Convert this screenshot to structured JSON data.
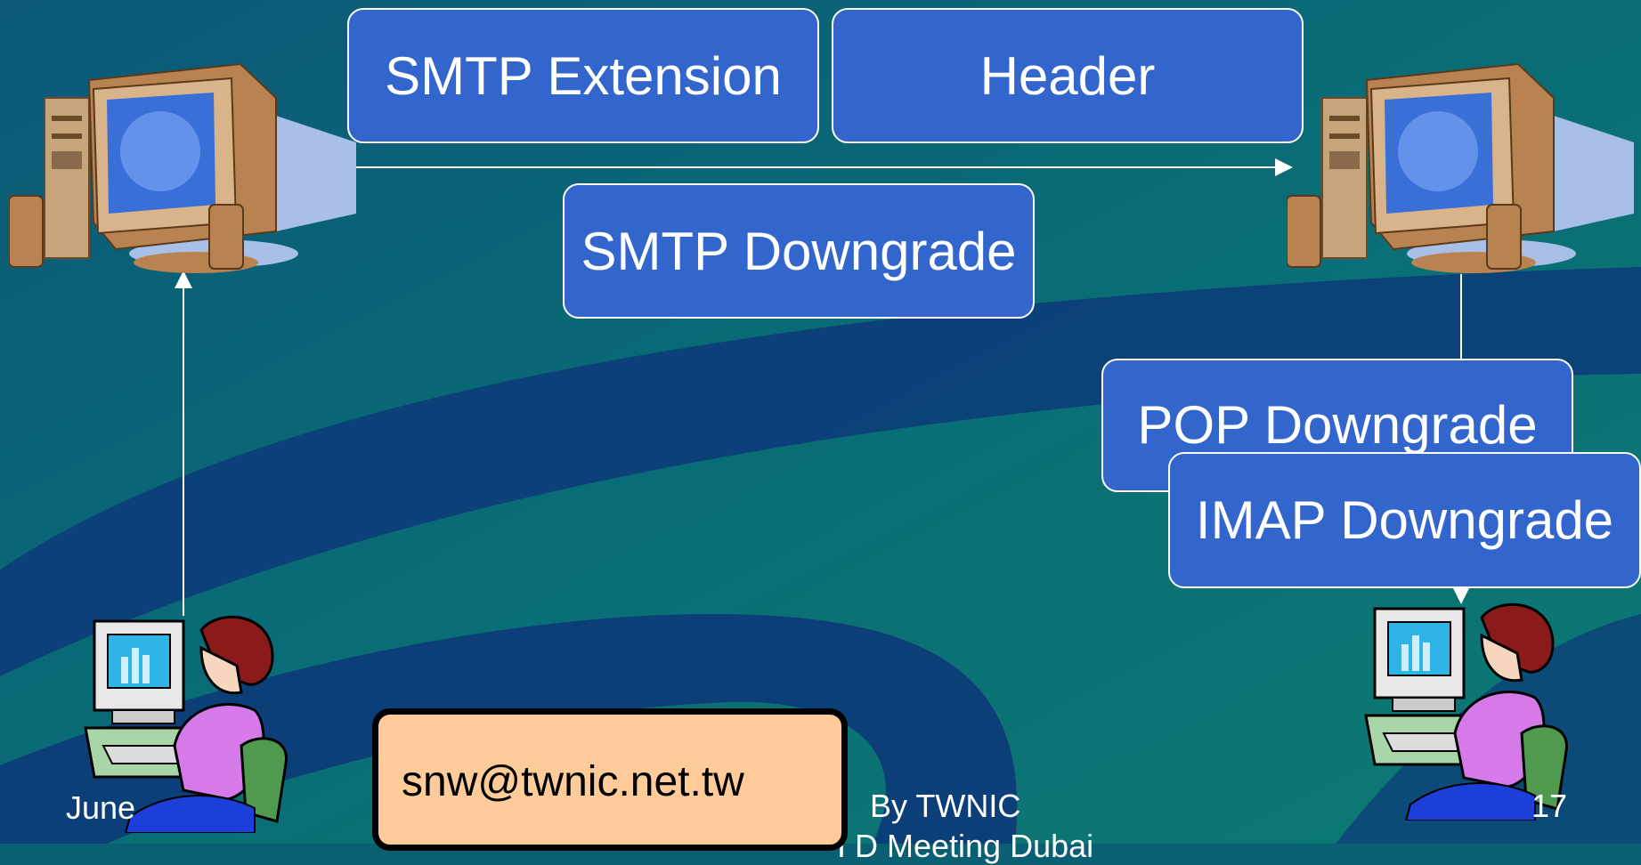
{
  "boxes": {
    "smtp_extension": "SMTP Extension",
    "header": "Header",
    "smtp_downgrade": "SMTP Downgrade",
    "pop_downgrade": "POP Downgrade",
    "imap_downgrade": "IMAP Downgrade"
  },
  "email": "snw@twnic.net.tw",
  "footer": {
    "left": "June",
    "center_line1": "By  TWNIC",
    "center_line2": "I D Meeting   Dubai",
    "page_number": "17"
  },
  "colors": {
    "background": "#0a5f72",
    "swoosh_dark": "#0c3f78",
    "box_fill": "#3366cc",
    "email_fill": "#ffcc99"
  },
  "icons": [
    "computer-icon",
    "person-at-computer-icon"
  ]
}
